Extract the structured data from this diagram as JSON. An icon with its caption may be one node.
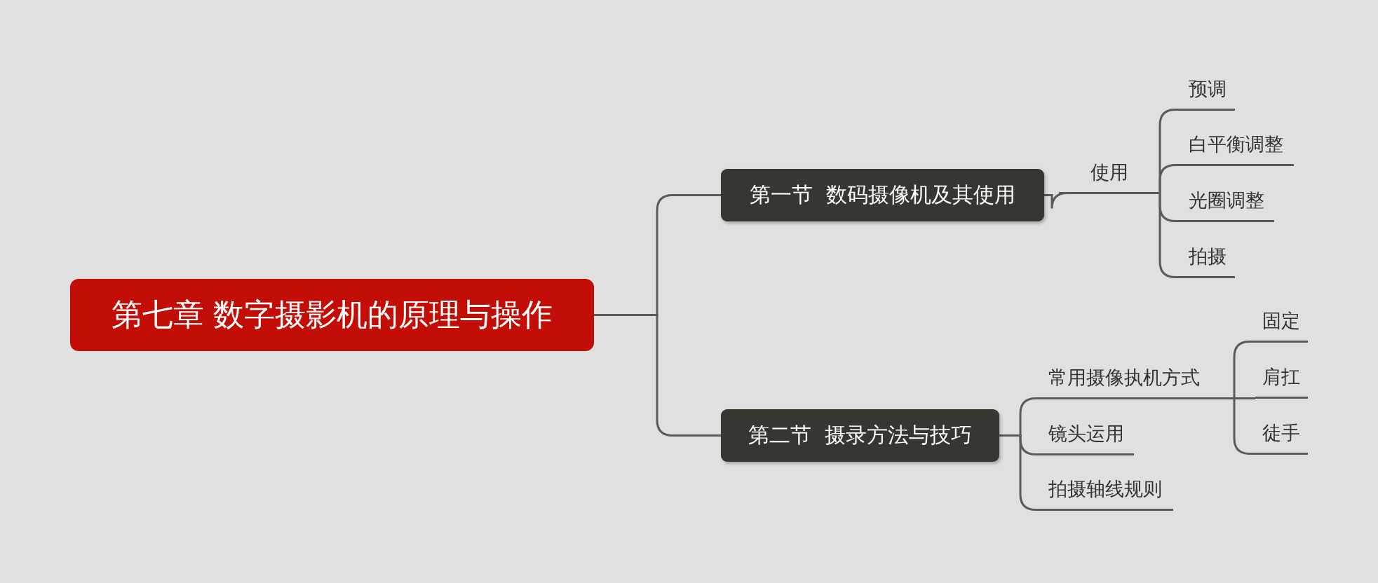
{
  "diagram": {
    "nodes": [
      {
        "text": [
          "第七章 数字摄影机的原理与操作"
        ]
      },
      {
        "text": [
          "第一节  数码摄像机及其使用"
        ]
      },
      {
        "text": [
          "使用"
        ]
      },
      {
        "text": [
          "预调"
        ]
      },
      {
        "text": [
          "白平衡调整"
        ]
      },
      {
        "text": [
          "光圈调整"
        ]
      },
      {
        "text": [
          "拍摄"
        ]
      },
      {
        "text": [
          "第二节  摄录方法与技巧"
        ]
      },
      {
        "text": [
          "常用摄像执机方式"
        ]
      },
      {
        "text": [
          "固定"
        ]
      },
      {
        "text": [
          "肩扛"
        ]
      },
      {
        "text": [
          "徒手"
        ]
      },
      {
        "text": [
          "镜头运用"
        ]
      },
      {
        "text": [
          "拍摄轴线规则"
        ]
      }
    ],
    "edges": [
      {
        "from": 0,
        "to": 1,
        "arrow": "none"
      },
      {
        "from": 0,
        "to": 7,
        "arrow": "none"
      },
      {
        "from": 1,
        "to": 2,
        "arrow": "none"
      },
      {
        "from": 2,
        "to": 3,
        "arrow": "none"
      },
      {
        "from": 2,
        "to": 4,
        "arrow": "none"
      },
      {
        "from": 2,
        "to": 5,
        "arrow": "none"
      },
      {
        "from": 2,
        "to": 6,
        "arrow": "none"
      },
      {
        "from": 7,
        "to": 8,
        "arrow": "none"
      },
      {
        "from": 8,
        "to": 9,
        "arrow": "none"
      },
      {
        "from": 8,
        "to": 10,
        "arrow": "none"
      },
      {
        "from": 8,
        "to": 11,
        "arrow": "none"
      },
      {
        "from": 7,
        "to": 12,
        "arrow": "none"
      },
      {
        "from": 7,
        "to": 13,
        "arrow": "none"
      }
    ]
  }
}
